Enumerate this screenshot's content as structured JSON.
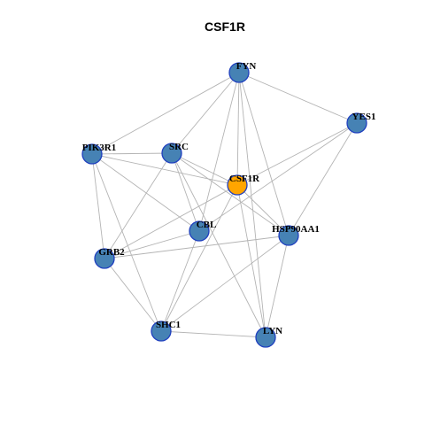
{
  "title": "CSF1R",
  "colors": {
    "node_default": "#4682B4",
    "node_focus": "#FFA500",
    "node_border": "#1F3FBF",
    "edge": "#B4B4B4"
  },
  "nodes": [
    {
      "id": "FYN",
      "label": "FYN",
      "focus": false
    },
    {
      "id": "YES1",
      "label": "YES1",
      "focus": false
    },
    {
      "id": "PIK3R1",
      "label": "PIK3R1",
      "focus": false
    },
    {
      "id": "SRC",
      "label": "SRC",
      "focus": false
    },
    {
      "id": "CSF1R",
      "label": "CSF1R",
      "focus": true
    },
    {
      "id": "CBL",
      "label": "CBL",
      "focus": false
    },
    {
      "id": "HSP90AA1",
      "label": "HSP90AA1",
      "focus": false
    },
    {
      "id": "GRB2",
      "label": "GRB2",
      "focus": false
    },
    {
      "id": "SHC1",
      "label": "SHC1",
      "focus": false
    },
    {
      "id": "LYN",
      "label": "LYN",
      "focus": false
    }
  ],
  "edges": [
    [
      "FYN",
      "YES1"
    ],
    [
      "FYN",
      "PIK3R1"
    ],
    [
      "FYN",
      "SRC"
    ],
    [
      "FYN",
      "CSF1R"
    ],
    [
      "FYN",
      "CBL"
    ],
    [
      "FYN",
      "HSP90AA1"
    ],
    [
      "FYN",
      "LYN"
    ],
    [
      "YES1",
      "CSF1R"
    ],
    [
      "YES1",
      "CBL"
    ],
    [
      "YES1",
      "HSP90AA1"
    ],
    [
      "PIK3R1",
      "SRC"
    ],
    [
      "PIK3R1",
      "CSF1R"
    ],
    [
      "PIK3R1",
      "CBL"
    ],
    [
      "PIK3R1",
      "GRB2"
    ],
    [
      "PIK3R1",
      "SHC1"
    ],
    [
      "SRC",
      "CSF1R"
    ],
    [
      "SRC",
      "CBL"
    ],
    [
      "SRC",
      "HSP90AA1"
    ],
    [
      "SRC",
      "GRB2"
    ],
    [
      "SRC",
      "LYN"
    ],
    [
      "CSF1R",
      "HSP90AA1"
    ],
    [
      "CSF1R",
      "GRB2"
    ],
    [
      "CSF1R",
      "SHC1"
    ],
    [
      "CSF1R",
      "LYN"
    ],
    [
      "CBL",
      "GRB2"
    ],
    [
      "CBL",
      "SHC1"
    ],
    [
      "GRB2",
      "HSP90AA1"
    ],
    [
      "GRB2",
      "SHC1"
    ],
    [
      "SHC1",
      "HSP90AA1"
    ],
    [
      "SHC1",
      "LYN"
    ],
    [
      "HSP90AA1",
      "LYN"
    ]
  ]
}
